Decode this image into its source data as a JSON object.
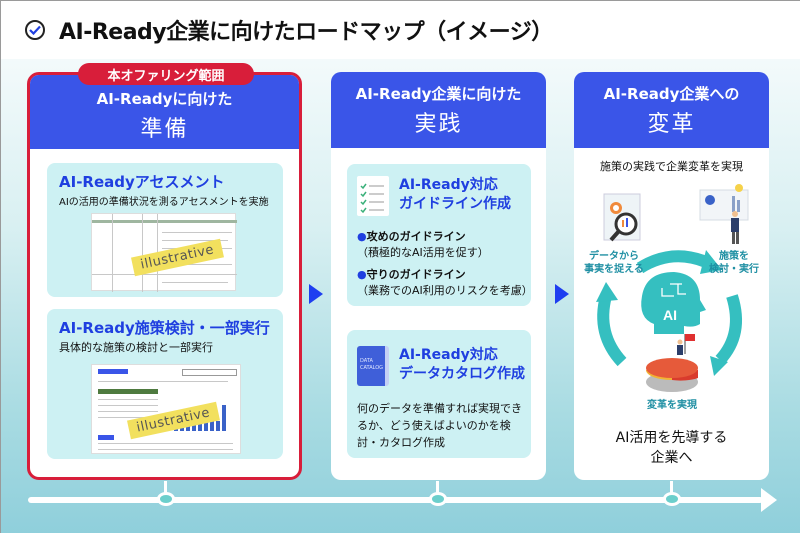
{
  "header": {
    "icon": "check-circle-icon",
    "title": "AI-Ready企業に向けたロードマップ（イメージ）"
  },
  "offering_badge": "本オファリング範囲",
  "columns": [
    {
      "heading_line1": "AI-Readyに向けた",
      "heading_line2": "準備",
      "cards": [
        {
          "title": "AI-Readyアセスメント",
          "description": "AIの活用の準備状況を測るアセスメントを実施",
          "image_label": "illustrative"
        },
        {
          "title": "AI-Ready施策検討・一部実行",
          "description": "具体的な施策の検討と一部実行",
          "image_label": "illustrative"
        }
      ]
    },
    {
      "heading_line1": "AI-Ready企業に向けた",
      "heading_line2": "実践",
      "cards": [
        {
          "icon": "checklist-icon",
          "title_line1": "AI-Ready対応",
          "title_line2": "ガイドライン作成",
          "bullets": [
            {
              "title": "攻めのガイドライン",
              "sub": "（積極的なAI活用を促す）"
            },
            {
              "title": "守りのガイドライン",
              "sub": "（業務でのAI利用のリスクを考慮）"
            }
          ]
        },
        {
          "icon": "data-catalog-book-icon",
          "icon_text_line1": "DATA",
          "icon_text_line2": "CATALOG",
          "title_line1": "AI-Ready対応",
          "title_line2": "データカタログ作成",
          "description": "何のデータを準備すれば実現できるか、どう使えばよいのかを検討・カタログ作成"
        }
      ]
    },
    {
      "heading_line1": "AI-Ready企業への",
      "heading_line2": "変革",
      "intro": "施策の実践で企業変革を実現",
      "cycle": {
        "center_label": "AI",
        "steps": [
          {
            "line1": "データから",
            "line2": "事実を捉える"
          },
          {
            "line1": "施策を",
            "line2": "検討・実行"
          },
          {
            "line1": "変革を実現",
            "line2": ""
          }
        ]
      },
      "goal_line1": "AI活用を先導する",
      "goal_line2": "企業へ"
    }
  ],
  "colors": {
    "header_blue": "#3a55e8",
    "accent_red": "#d81e3a",
    "card_bg": "#cdf1f3",
    "title_blue": "#1f3fe0",
    "cycle_teal": "#35bfc0"
  }
}
